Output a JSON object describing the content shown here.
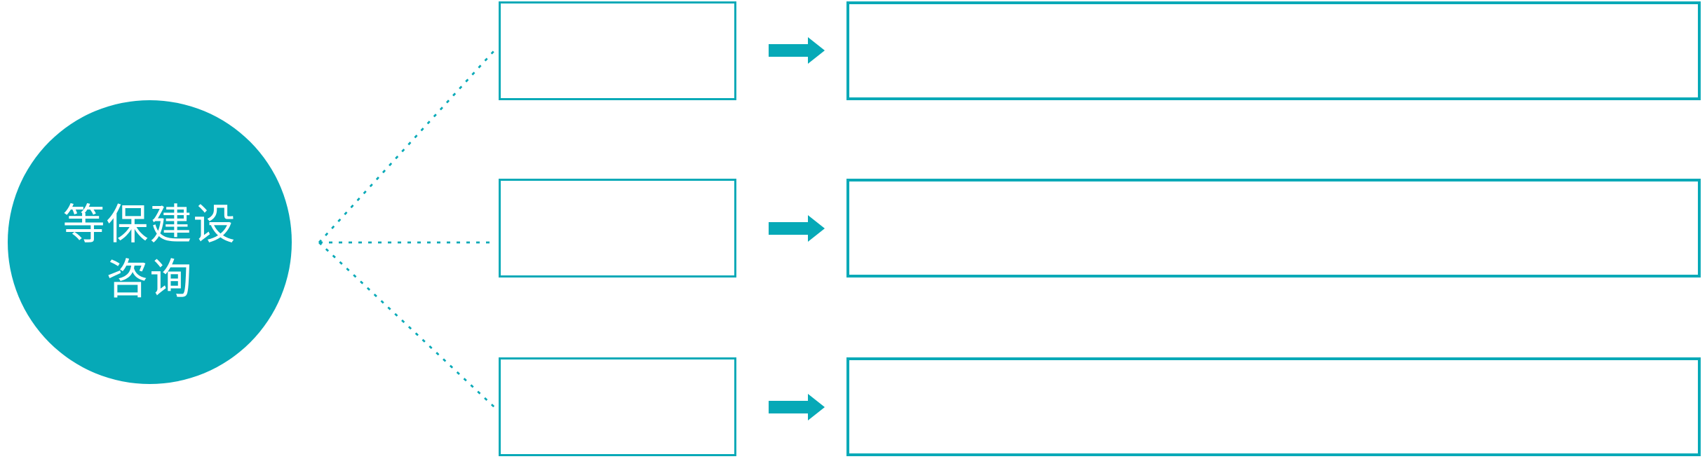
{
  "hub": {
    "label_line1": "等保建设",
    "label_line2": "咨询"
  },
  "branches": [
    {
      "box_label": "",
      "panel_label": ""
    },
    {
      "box_label": "",
      "panel_label": ""
    },
    {
      "box_label": "",
      "panel_label": ""
    }
  ],
  "colors": {
    "teal": "#06A9B7",
    "white": "#FFFFFF"
  },
  "icons": {
    "arrow": "right-arrow-icon",
    "connector": "dotted-line-connector"
  }
}
